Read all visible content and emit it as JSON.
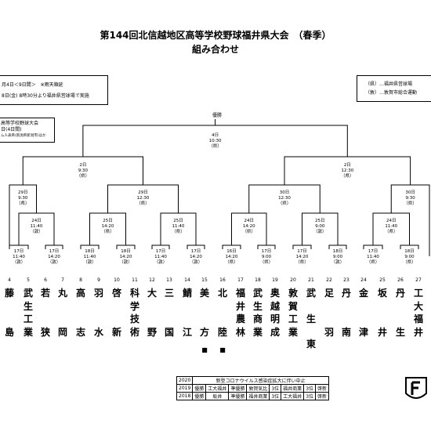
{
  "title": "第144回北信越地区高等学校野球福井県大会　（春季）",
  "subtitle": "組み合わせ",
  "period_note": {
    "line1": "月4日＜9日間＞　※雨天順延",
    "line2": "8日(金) 8時30分より福井県営球場で実施"
  },
  "regional_note": {
    "line1": "高等学校野球大会",
    "line2": "日(4日間)",
    "line3": "ム人表県(新潟県新潟市)ほか"
  },
  "venues": {
    "line1": "（県）…福井県営球場",
    "line2": "（敦）…敦賀市総合運動"
  },
  "final_label": "優勝",
  "matches": [
    {
      "id": "final",
      "date": "4日",
      "time": "10:30",
      "venue": "（県）"
    },
    {
      "id": "sf_left",
      "date": "2日",
      "time": "9:30",
      "venue": "（県）"
    },
    {
      "id": "sf_right",
      "date": "2日",
      "time": "12:30",
      "venue": "（県）"
    },
    {
      "id": "qf1",
      "date": "29日",
      "time": "9:30",
      "venue": "（県）"
    },
    {
      "id": "qf2",
      "date": "29日",
      "time": "12:30",
      "venue": "（県）"
    },
    {
      "id": "qf3",
      "date": "30日",
      "time": "12:30",
      "venue": "（県）"
    },
    {
      "id": "qf4",
      "date": "30日",
      "time": "9:30",
      "venue": "（県）"
    },
    {
      "id": "r2_1",
      "date": "24日",
      "time": "11:40",
      "venue": "（敦）"
    },
    {
      "id": "r2_2",
      "date": "25日",
      "time": "14:20",
      "venue": "（県）"
    },
    {
      "id": "r2_3",
      "date": "25日",
      "time": "11:40",
      "venue": "（県）"
    },
    {
      "id": "r2_4",
      "date": "24日",
      "time": "14:20",
      "venue": "（県）"
    },
    {
      "id": "r2_5",
      "date": "25日",
      "time": "9:00",
      "venue": "（敦）"
    },
    {
      "id": "r2_6",
      "date": "24日",
      "time": "11:40",
      "venue": "（県）"
    },
    {
      "id": "r1_1",
      "date": "17日",
      "time": "11:40",
      "venue": "（敦）"
    },
    {
      "id": "r1_2",
      "date": "17日",
      "time": "14:20",
      "venue": "（敦）"
    },
    {
      "id": "r1_3",
      "date": "18日",
      "time": "11:40",
      "venue": "（敦）"
    },
    {
      "id": "r1_4",
      "date": "18日",
      "time": "14:20",
      "venue": "（敦）"
    },
    {
      "id": "r1_5",
      "date": "17日",
      "time": "11:40",
      "venue": "（敦）"
    },
    {
      "id": "r1_6",
      "date": "17日",
      "time": "14:20",
      "venue": "（敦）"
    },
    {
      "id": "r1_7",
      "date": "16日",
      "time": "14:20",
      "venue": "（県）"
    },
    {
      "id": "r1_8",
      "date": "17日",
      "time": "9:00",
      "venue": "（県）"
    },
    {
      "id": "r1_9",
      "date": "17日",
      "time": "14:20",
      "venue": "（県）"
    },
    {
      "id": "r1_10",
      "date": "18日",
      "time": "9:00",
      "venue": "（敦）"
    },
    {
      "id": "r1_11",
      "date": "17日",
      "time": "11:40",
      "venue": "（県）"
    },
    {
      "id": "r1_12",
      "date": "18日",
      "time": "9:00",
      "venue": "（県）"
    }
  ],
  "teams": [
    {
      "num": "4",
      "name": "藤島",
      "mark": ""
    },
    {
      "num": "5",
      "name": "武生工業",
      "mark": ""
    },
    {
      "num": "6",
      "name": "若狭",
      "mark": ""
    },
    {
      "num": "7",
      "name": "丸岡",
      "mark": ""
    },
    {
      "num": "8",
      "name": "高志",
      "mark": ""
    },
    {
      "num": "9",
      "name": "羽水",
      "mark": ""
    },
    {
      "num": "10",
      "name": "啓新",
      "mark": ""
    },
    {
      "num": "11",
      "name": "科学技術",
      "mark": ""
    },
    {
      "num": "12",
      "name": "大野",
      "mark": ""
    },
    {
      "num": "13",
      "name": "三国",
      "mark": ""
    },
    {
      "num": "14",
      "name": "鯖江",
      "mark": ""
    },
    {
      "num": "15",
      "name": "美方",
      "mark": "■"
    },
    {
      "num": "16",
      "name": "北陸",
      "mark": "■"
    },
    {
      "num": "17",
      "name": "福井農林",
      "mark": ""
    },
    {
      "num": "18",
      "name": "武生商業",
      "mark": ""
    },
    {
      "num": "19",
      "name": "奥越明成",
      "mark": ""
    },
    {
      "num": "20",
      "name": "敦賀工業",
      "mark": ""
    },
    {
      "num": "21",
      "name": "武生東",
      "mark": ""
    },
    {
      "num": "22",
      "name": "足羽",
      "mark": ""
    },
    {
      "num": "23",
      "name": "丹南",
      "mark": ""
    },
    {
      "num": "24",
      "name": "金津",
      "mark": ""
    },
    {
      "num": "25",
      "name": "坂井",
      "mark": ""
    },
    {
      "num": "26",
      "name": "丹生",
      "mark": ""
    },
    {
      "num": "27",
      "name": "工大福井",
      "mark": ""
    }
  ],
  "history": [
    [
      "2020",
      "新型コロナウイルス感染症拡大に伴い中止"
    ],
    [
      "2019",
      "優勝",
      "工大福井",
      "準優勝",
      "敦賀気比",
      "3位",
      "福井商業",
      "3位",
      "啓新"
    ],
    [
      "2018",
      "優勝",
      "坂井",
      "準優勝",
      "福井商業",
      "3位",
      "工大福井",
      "3位",
      "啓新"
    ]
  ]
}
